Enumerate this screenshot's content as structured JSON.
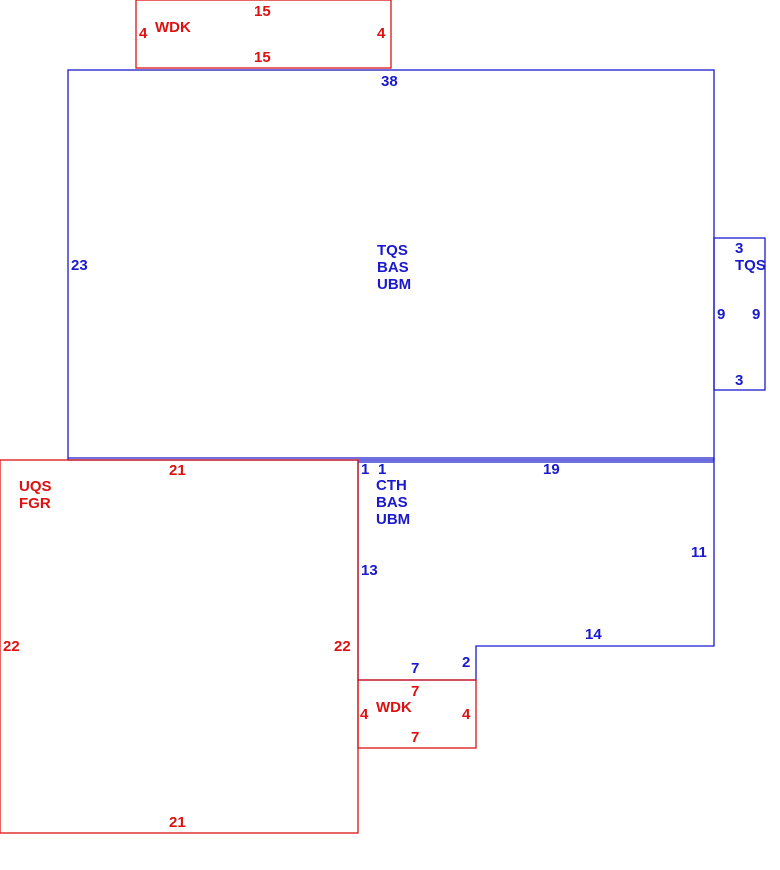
{
  "colors": {
    "blue": "#1a1acc",
    "red": "#dd1111"
  },
  "areas": {
    "main": {
      "lines": [
        "TQS",
        "BAS",
        "UBM"
      ],
      "top": "38",
      "left": "23"
    },
    "tqs_side": {
      "label": "TQS",
      "top": "3",
      "bottom": "3",
      "left": "9",
      "right": "9"
    },
    "wdk_top": {
      "label": "WDK",
      "top": "15",
      "bottom": "15",
      "left": "4",
      "right": "4"
    },
    "garage": {
      "lines": [
        "UQS",
        "FGR"
      ],
      "top": "21",
      "bottom": "21",
      "left": "22",
      "right": "22"
    },
    "cth": {
      "lines": [
        "CTH",
        "BAS",
        "UBM"
      ],
      "d_top_a": "1",
      "d_top_b": "1",
      "d_top": "19",
      "d_right": "11",
      "d_step": "14",
      "d_step_v": "2",
      "d_left": "13",
      "d_bottom": "7"
    },
    "wdk_bottom": {
      "label": "WDK",
      "top": "7",
      "bottom": "7",
      "left": "4",
      "right": "4"
    }
  }
}
